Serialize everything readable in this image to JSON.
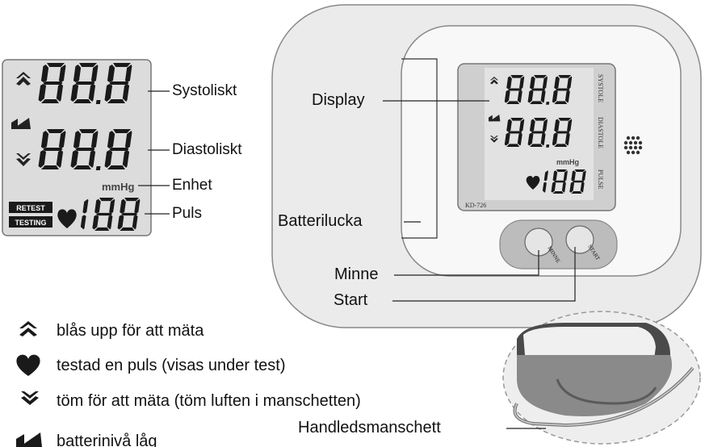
{
  "lcd_panel": {
    "digits_top": "88.8",
    "digits_mid": "88.8",
    "digits_pulse": "188",
    "unit_text": "mmHg",
    "badge_retest": "RETEST",
    "badge_testing": "TESTING"
  },
  "device": {
    "digits_top": "88.8",
    "digits_mid": "88.8",
    "digits_pulse": "188",
    "unit_text": "mmHg",
    "model": "KD-726",
    "side_labels": [
      "SYSTOLE",
      "DIASTOLE",
      "PULSE"
    ],
    "button_memory": "MINNE",
    "button_start": "START"
  },
  "labels": {
    "systolic": "Systoliskt",
    "diastolic": "Diastoliskt",
    "unit": "Enhet",
    "pulse": "Puls",
    "display": "Display",
    "battery_lid": "Batterilucka",
    "memory": "Minne",
    "start": "Start",
    "cuff": "Handledsmanschett"
  },
  "legend": [
    {
      "icon": "inflate-arrow-icon",
      "text": "blås upp för att mäta"
    },
    {
      "icon": "heart-icon",
      "text": "testad en puls (visas under test)"
    },
    {
      "icon": "deflate-arrow-icon",
      "text": "töm för att mäta (töm luften i manschetten)"
    },
    {
      "icon": "battery-low-icon",
      "text": "batterinivå låg"
    }
  ]
}
